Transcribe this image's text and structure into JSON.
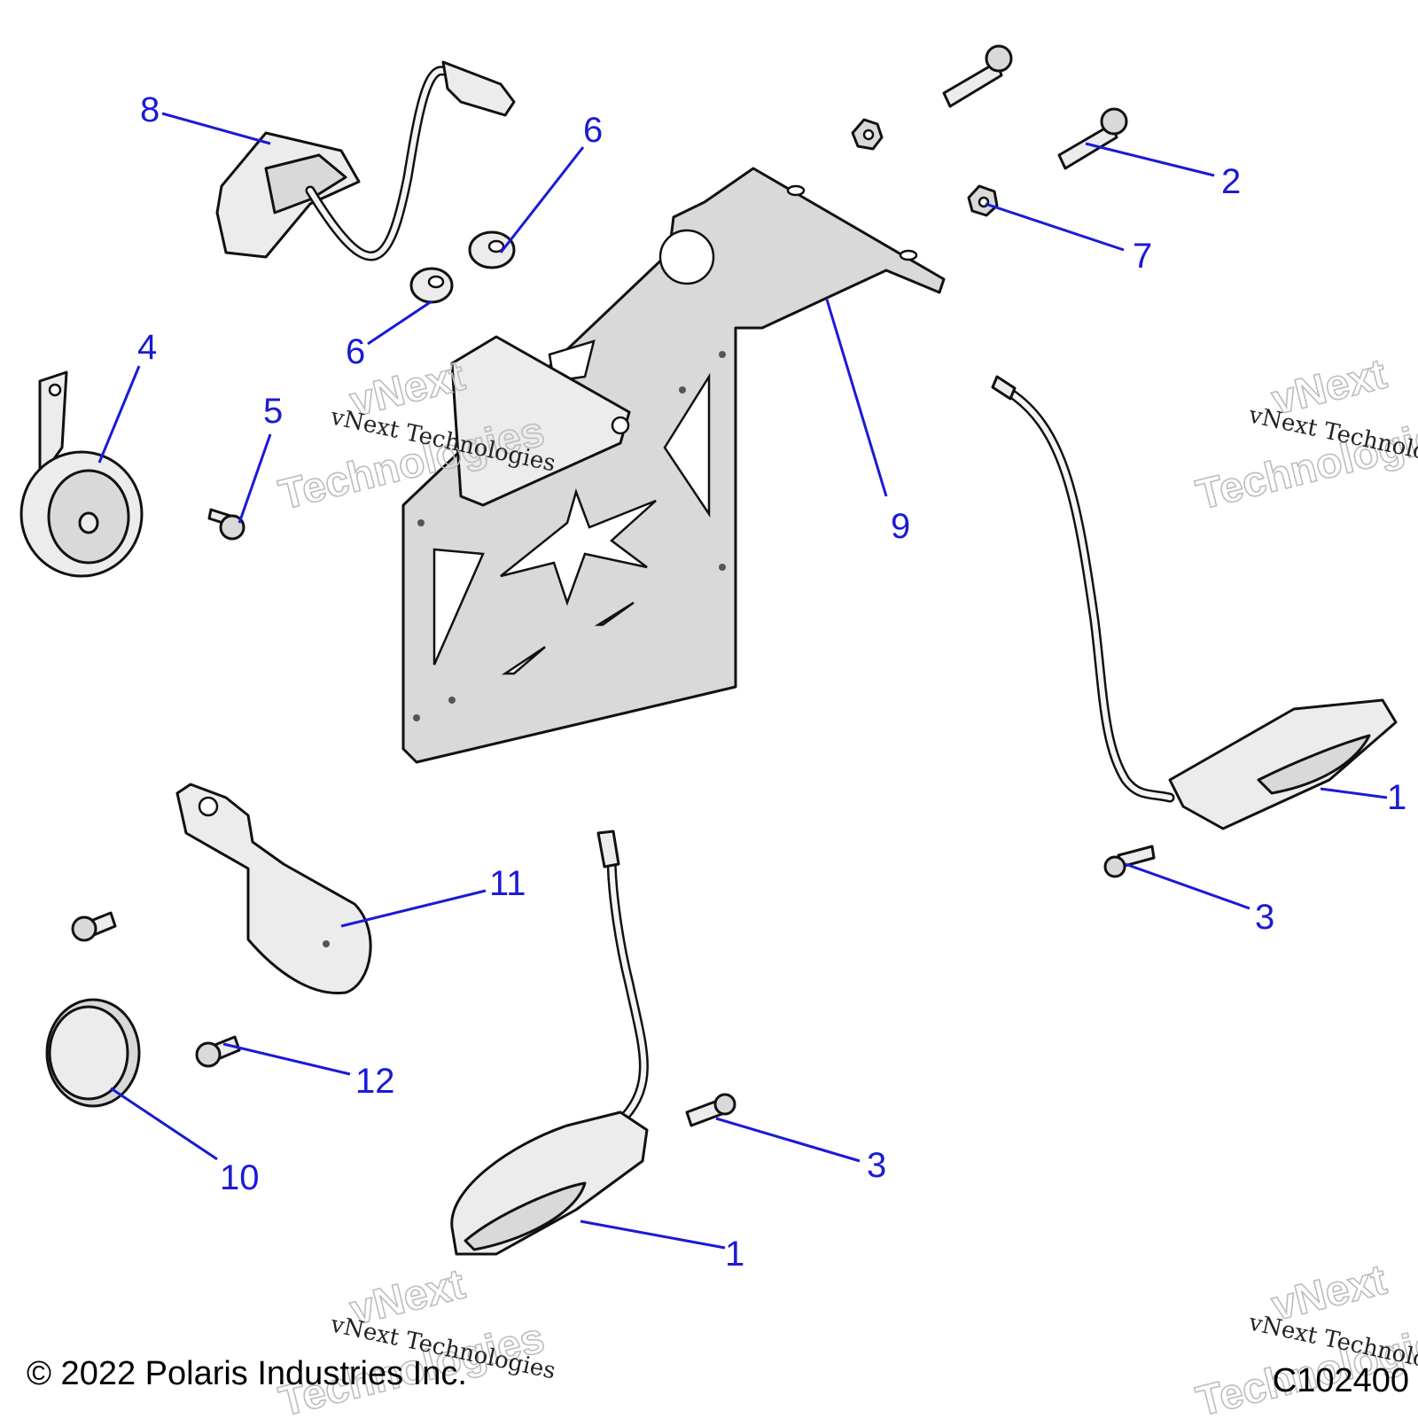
{
  "callouts": {
    "c1a": "1",
    "c1b": "1",
    "c2": "2",
    "c3a": "3",
    "c3b": "3",
    "c4": "4",
    "c5": "5",
    "c6a": "6",
    "c6b": "6",
    "c7": "7",
    "c8": "8",
    "c9": "9",
    "c10": "10",
    "c11": "11",
    "c12": "12"
  },
  "watermark": {
    "company": "vNext Technologies",
    "word1": "vNext",
    "word2": "Technologies"
  },
  "footer": {
    "copyright": "© 2022 Polaris Industries Inc.",
    "diagram_id": "C102400"
  }
}
